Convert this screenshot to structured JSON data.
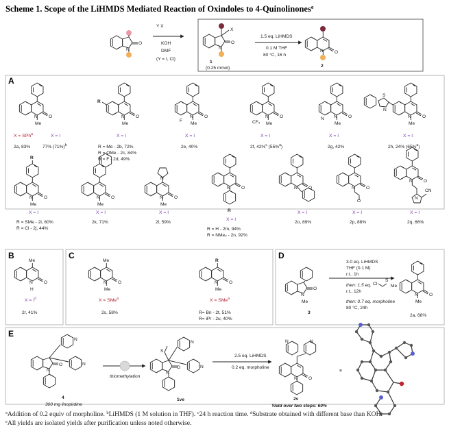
{
  "title": "Scheme 1. Scope of the LiHMDS Mediated Reaction of Oxindoles to 4-Quinolinones",
  "title_sup": "e",
  "header": {
    "reagent_x": "Y   X",
    "reagents_1": [
      "KOH",
      "DMF",
      "(Y = I, Cl)"
    ],
    "cmpd1_atom": "X",
    "cmpd1_label": "1",
    "cmpd1_amount": "(0.25 mmol)",
    "conditions_top": "1.5 eq. LiHMDS",
    "conditions_bottom": [
      "0.1 M THF",
      "80 °C, 16 h"
    ],
    "cmpd2_label": "2"
  },
  "sections": {
    "A": "A",
    "B": "B",
    "C": "C",
    "D": "D",
    "E": "E"
  },
  "atoms": {
    "N": "N",
    "O": "O",
    "Me": "Me",
    "H": "H",
    "F": "F",
    "CF3": "CF₃",
    "R": "R",
    "CN": "CN",
    "S": "S",
    "Cl": "Cl"
  },
  "rowA1": [
    {
      "x1": "X = SPh",
      "x1_sup": "a",
      "x2": "X = I",
      "lab1": "2a, 83%",
      "lab2": "77% (71%)",
      "lab2_sup": "b"
    },
    {
      "x": "X = I",
      "lines": [
        "R = Me - 2b, 72%",
        "R = OMe - 2c, 84%",
        "R = F - 2d, 49%"
      ]
    },
    {
      "x": "X = I",
      "lines": [
        "2e, 40%"
      ]
    },
    {
      "x": "X = I",
      "lines": [
        "2f, 42%",
        "(55%"
      ],
      "sup1": "c",
      "sup2": "a"
    },
    {
      "x": "X = I",
      "lines": [
        "2g, 42%"
      ]
    },
    {
      "x": "X = I",
      "lines": [
        "2h, 24% (65%",
        ")"
      ],
      "sup": "a"
    }
  ],
  "rowA2": [
    {
      "x": "X = I",
      "lines": [
        "R = SMe - 2i, 60%",
        "R = Cl - 2j, 44%"
      ]
    },
    {
      "x": "X = I",
      "lines": [
        "2k, 71%"
      ]
    },
    {
      "x": "X = I",
      "lines": [
        "2l, 59%"
      ]
    },
    {
      "x": "X = I",
      "lines": [
        "R = H - 2m, 94%",
        "R = NMe₂ - 2n, 92%"
      ]
    },
    {
      "x": "X = I",
      "lines": [
        "2o, 89%"
      ]
    },
    {
      "x": "X = I",
      "lines": [
        "2p, 88%"
      ]
    },
    {
      "x": "X = I",
      "lines": [
        "2q, 66%"
      ]
    }
  ],
  "B": {
    "x": "X = I",
    "x_sup": "d",
    "lab": "2r, 41%"
  },
  "C": [
    {
      "x": "X = SMe",
      "x_sup": "a",
      "lab": "2s, 58%"
    },
    {
      "x": "X = SMe",
      "x_sup": "a",
      "lines": [
        "R= Bn - 2t, 51%",
        "R= iPr - 2u, 40%"
      ]
    }
  ],
  "D": {
    "start_label": "3",
    "cond": [
      "3.0 eq. LiHMDS",
      "THF (0.1 M)",
      "r.t., 1h"
    ],
    "then1_a": "then: 1.5 eq.",
    "then1_b": "r.t., 12h",
    "then2_a": "then: 0.7 eq. morpholine",
    "then2_b": "80 °C, 24h",
    "prod_label": "2a, 68%"
  },
  "E": {
    "start_label": "4",
    "start_note": "300 mg linopirdine",
    "step1": "thiomethylation",
    "mid_label": "1ve",
    "cond": [
      "2.5 eq. LiHMDS",
      "0.2 eq. morpholine"
    ],
    "prod_label": "2v",
    "yield": "Yield over two steps: 60%",
    "equiv": "≡"
  },
  "footnotes": [
    {
      "sup": "a",
      "text": "Addition of 0.2 equiv of morpholine. "
    },
    {
      "sup": "b",
      "text": "LiHMDS (1 M solution in THF). "
    },
    {
      "sup": "c",
      "text": "24 h reaction time. "
    },
    {
      "sup": "d",
      "text": "Substrate obtained with different base than KOH."
    },
    {
      "sup": "e",
      "text": "All yields are isolated yields after purification unless noted otherwise."
    }
  ],
  "colors": {
    "purple": "#7b3fb0",
    "red": "#b01e2e",
    "pink": "#e89aa6",
    "orange": "#f0b05a",
    "maroon": "#7a2a3a"
  }
}
